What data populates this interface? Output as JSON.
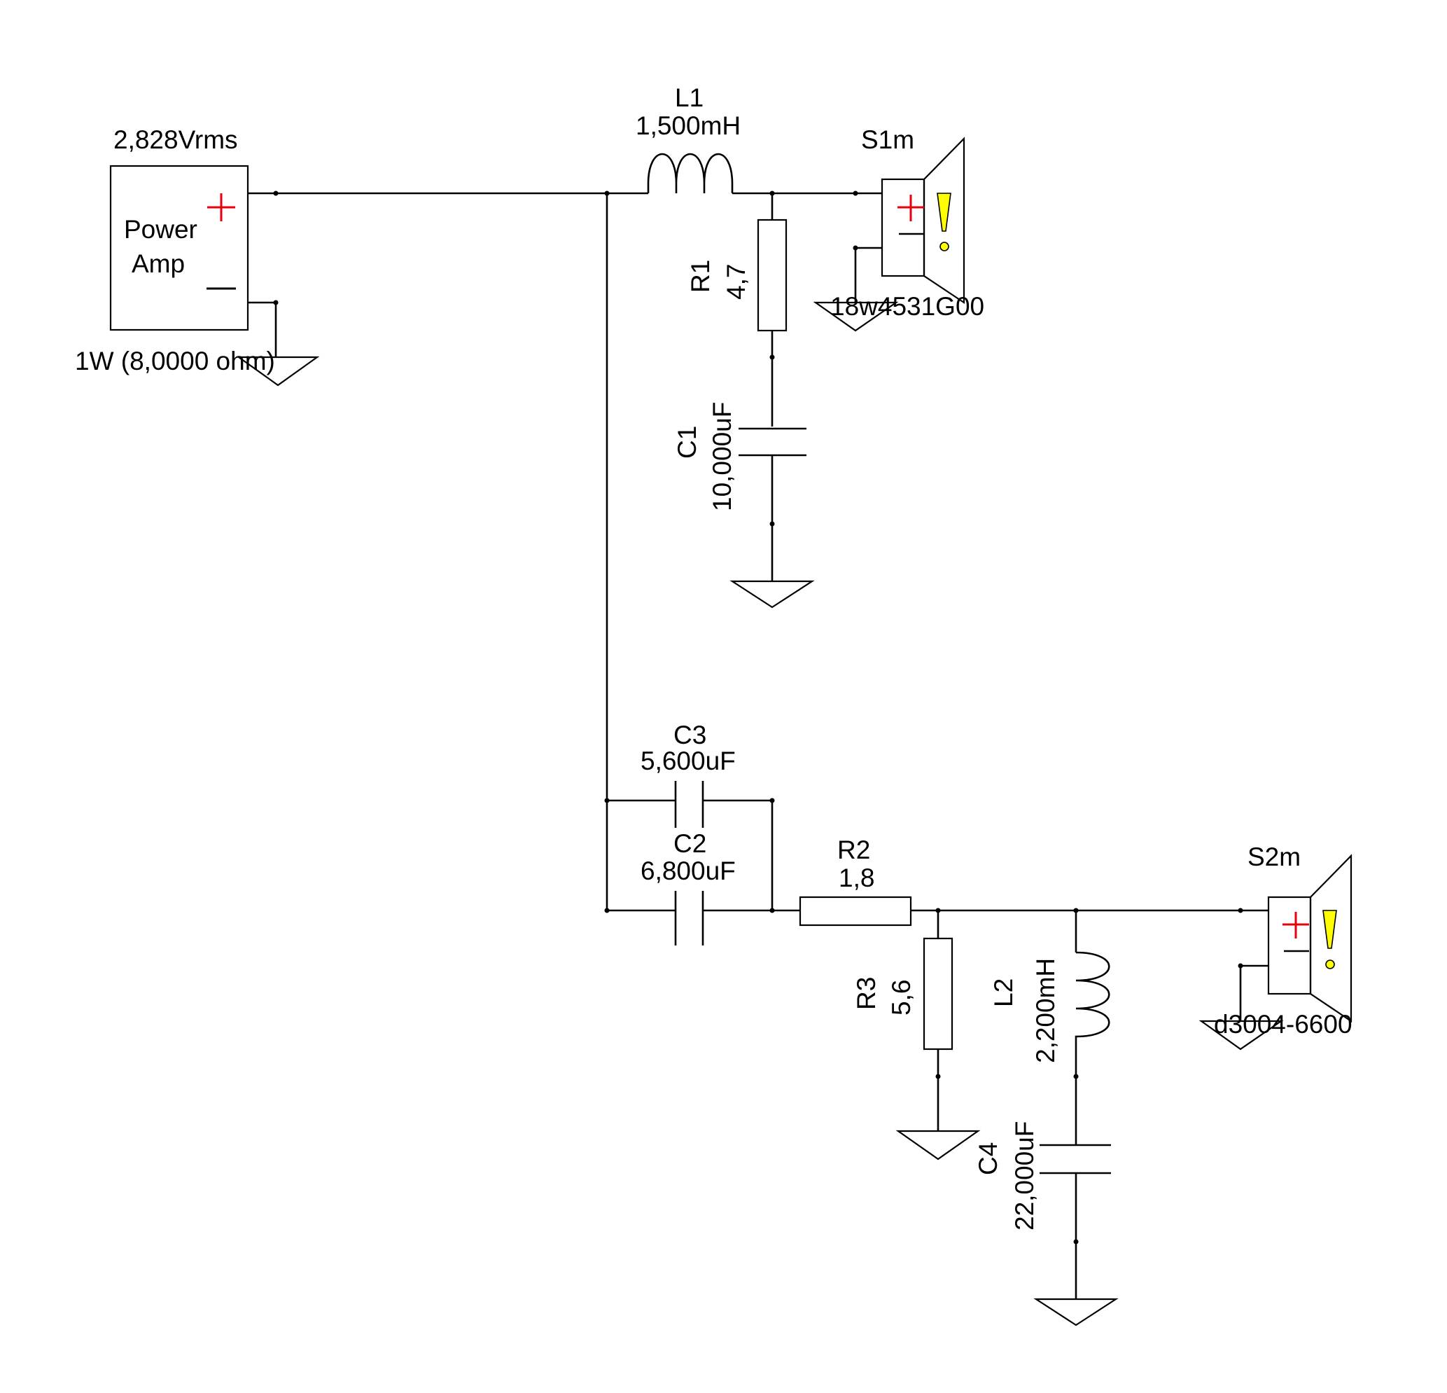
{
  "colors": {
    "wire": "#000000",
    "plus_sign": "#e8000c",
    "warning": "#ffff00",
    "background": "#ffffff"
  },
  "amp": {
    "voltage": "2,828Vrms",
    "name_line1": "Power",
    "name_line2": "Amp",
    "rating": "1W (8,0000 ohm)"
  },
  "components": {
    "L1": {
      "ref": "L1",
      "value": "1,500mH"
    },
    "R1": {
      "ref": "R1",
      "value": "4,7"
    },
    "C1": {
      "ref": "C1",
      "value": "10,000uF"
    },
    "C3": {
      "ref": "C3",
      "value": "5,600uF"
    },
    "C2": {
      "ref": "C2",
      "value": "6,800uF"
    },
    "R2": {
      "ref": "R2",
      "value": "1,8"
    },
    "R3": {
      "ref": "R3",
      "value": "5,6"
    },
    "L2": {
      "ref": "L2",
      "value": "2,200mH"
    },
    "C4": {
      "ref": "C4",
      "value": "22,000uF"
    }
  },
  "speakers": {
    "S1": {
      "ref": "S1m",
      "model": "18w4531G00",
      "icon": "speaker-icon"
    },
    "S2": {
      "ref": "S2m",
      "model": "d3004-6600",
      "icon": "speaker-icon"
    }
  }
}
